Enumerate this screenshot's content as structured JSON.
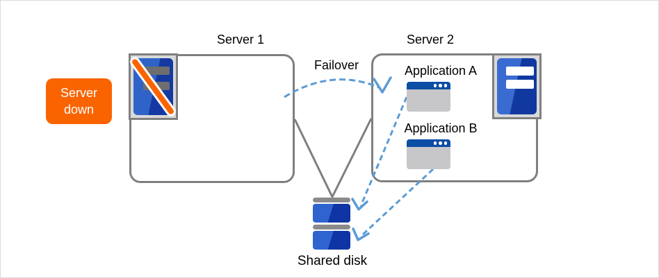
{
  "colors": {
    "accent_orange": "#fa6400",
    "server_blue_light": "#3a6bd1",
    "server_blue_dark": "#10389e",
    "app_titlebar_blue": "#0d4ea5",
    "connector_gray": "#7f7f7f",
    "arrow_blue": "#5b9bd5"
  },
  "badge": {
    "label": "Server down"
  },
  "server1": {
    "title": "Server 1"
  },
  "server2": {
    "title": "Server 2",
    "apps": [
      {
        "label": "Application A"
      },
      {
        "label": "Application B"
      }
    ]
  },
  "failover": {
    "label": "Failover"
  },
  "shared_disk": {
    "label": "Shared disk"
  }
}
